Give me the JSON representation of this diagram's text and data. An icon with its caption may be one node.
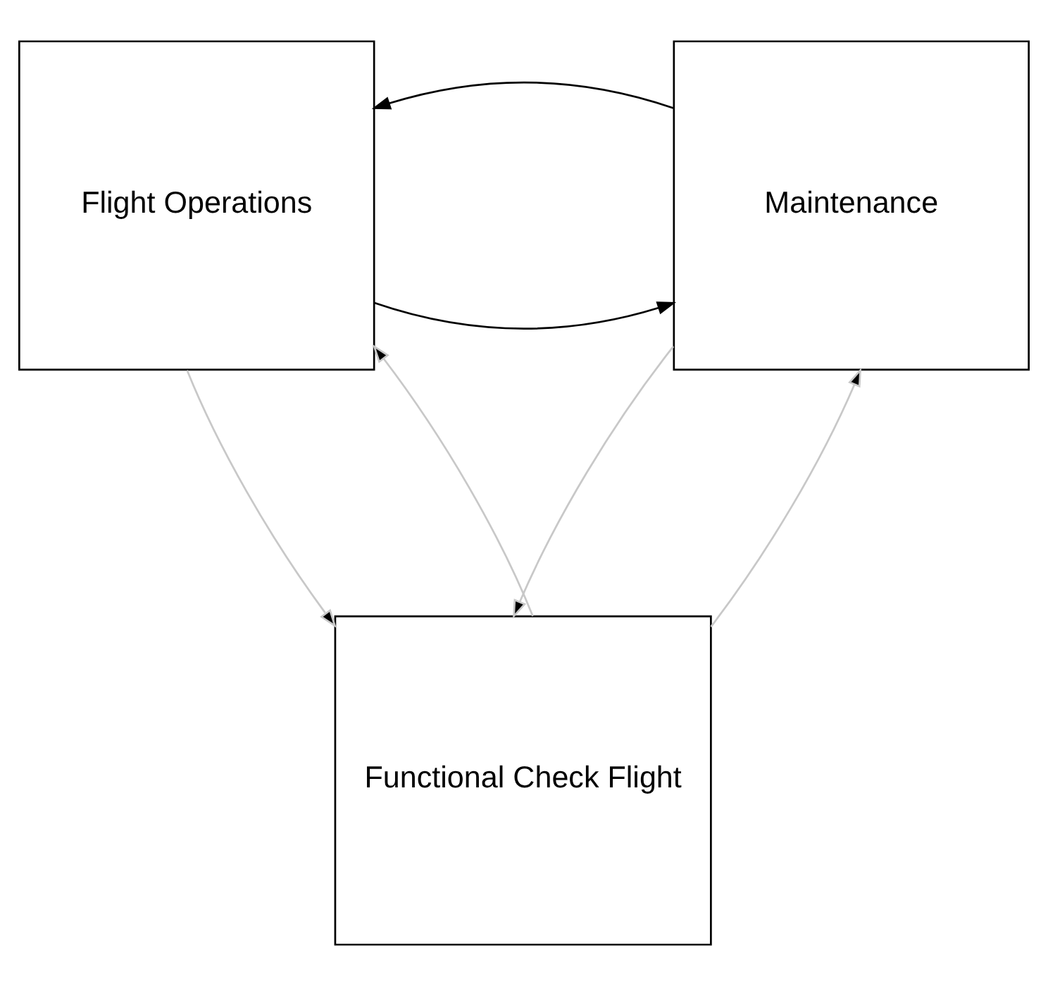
{
  "diagram": {
    "nodes": [
      {
        "text": [
          "Flight Operations"
        ]
      },
      {
        "text": [
          "Maintenance"
        ]
      },
      {
        "text": [
          "Functional Check Flight"
        ]
      }
    ],
    "edges": [
      {
        "from": 0,
        "to": 1,
        "arrow": "to",
        "color": "#000000"
      },
      {
        "from": 1,
        "to": 0,
        "arrow": "to",
        "color": "#000000"
      },
      {
        "from": 2,
        "to": 0,
        "arrow": "to",
        "color": "#c8c8c8"
      },
      {
        "from": 0,
        "to": 2,
        "arrow": "to",
        "color": "#c8c8c8"
      },
      {
        "from": 2,
        "to": 1,
        "arrow": "to",
        "color": "#c8c8c8"
      },
      {
        "from": 1,
        "to": 2,
        "arrow": "to",
        "color": "#c8c8c8"
      }
    ]
  }
}
